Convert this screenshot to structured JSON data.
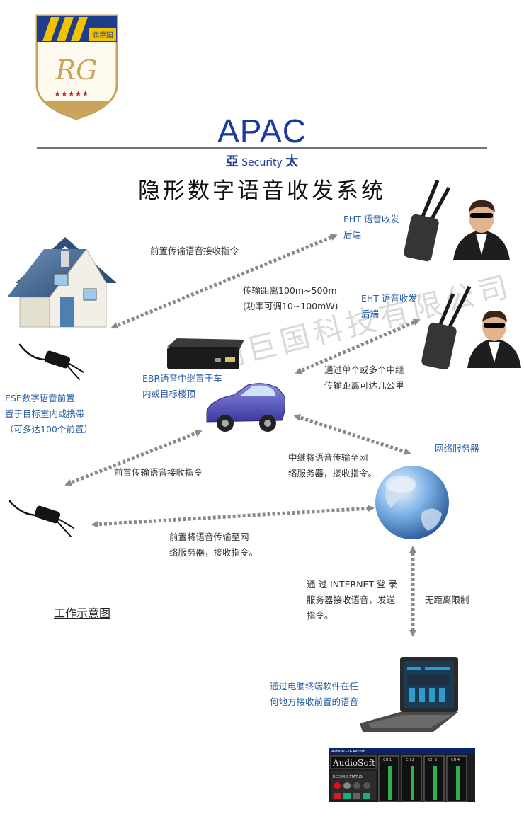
{
  "logo": {
    "badge_text": "润巨国",
    "monogram": "RG"
  },
  "header": {
    "brand": "APAC",
    "brand_left_char": "亞",
    "brand_mid": "Security",
    "brand_right_char": "太"
  },
  "title": "隐形数字语音收发系统",
  "watermark": "润巨国科技有限公司",
  "labels": {
    "eht1": [
      "EHT  语音收发",
      "后端"
    ],
    "eht2": [
      "EHT  语音收发",
      "后端"
    ],
    "top_cmd": "前置传输语音接收指令",
    "distance": [
      "传输距离100m~500m",
      "(功率可调10~100mW)"
    ],
    "relay_range": [
      "通过单个或多个中继",
      "传输距离可达几公里"
    ],
    "ebr": [
      "EBR语音中继置于车",
      "内或目标楼顶"
    ],
    "ese": [
      "ESE数字语音前置",
      "置于目标室内或携带",
      "（可多达100个前置）"
    ],
    "server": "网络服务器",
    "mid_cmd": "前置传输语音接收指令",
    "relay_server": [
      "中继将语音传输至网",
      "络服务器，接收指令。"
    ],
    "front_server": [
      "前置将语音传输至网",
      "络服务器，接收指令。"
    ],
    "internet": [
      "通 过 INTERNET 登 录",
      "服务器接收语音，发送",
      "指令。"
    ],
    "no_limit": "无距离限制",
    "pc": [
      "通过电脑终端软件在任",
      "何地方接收前置的语音"
    ],
    "diagram_caption": "工作示意图"
  },
  "software": {
    "window_title": "AudioPC-16 Record",
    "brand": "AudioSoft",
    "status": "RECORD STATUS",
    "channels": [
      "CH 1",
      "CH 2",
      "CH 3",
      "CH 4"
    ]
  },
  "colors": {
    "arrow": "#8a8a8a",
    "brand_blue": "#1c3a9e",
    "label_blue": "#2a5ea8",
    "logo_gold": "#c9a55b",
    "logo_navy": "#1f3d8a",
    "logo_yellow": "#f2c300",
    "logo_red": "#c0262c"
  }
}
